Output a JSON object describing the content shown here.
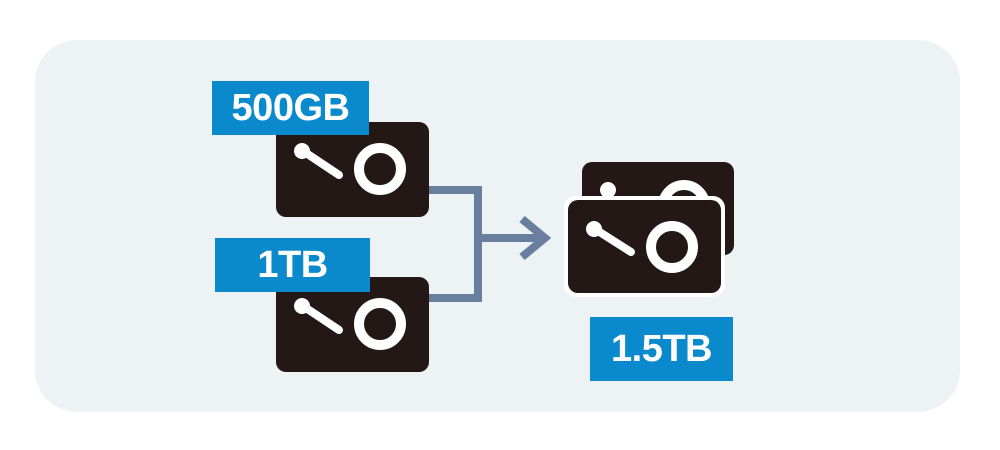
{
  "diagram": {
    "colors": {
      "panel_background": "#edf2f5",
      "drive_body": "#231815",
      "drive_detail": "#ffffff",
      "label_background": "#0a89cc",
      "label_text": "#ffffff",
      "connector": "#6a7fa0"
    },
    "inputs": [
      {
        "label": "500GB",
        "icon": "hard-drive-icon"
      },
      {
        "label": "1TB",
        "icon": "hard-drive-icon"
      }
    ],
    "output": {
      "label": "1.5TB",
      "icon": "stacked-hard-drives-icon"
    }
  }
}
